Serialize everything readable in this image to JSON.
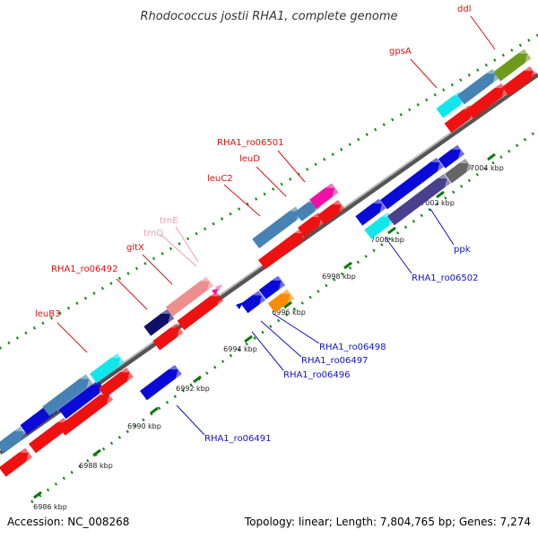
{
  "title": "Rhodococcus jostii RHA1, complete genome",
  "footer": {
    "accession": "Accession: NC_008268",
    "summary": "Topology: linear; Length: 7,804,765 bp; Genes: 7,274"
  },
  "colors": {
    "red": "#ee1111",
    "steel_blue": "#4682b4",
    "blue": "#0a0ad8",
    "navy": "#10106a",
    "cyan": "#11e6ec",
    "olive": "#6e9a1e",
    "salmon": "#ef8e8e",
    "magenta": "#ee11aa",
    "orange": "#ff8c00",
    "slate": "#4b3f8f",
    "gray": "#666666",
    "pink_label": "#f598b8",
    "top_label": "#dd1111",
    "bottom_label": "#1111cc",
    "dot": "#118811"
  },
  "ticks": [
    {
      "label": "6986 kbp"
    },
    {
      "label": "6988 kbp"
    },
    {
      "label": "6990 kbp"
    },
    {
      "label": "6992 kbp"
    },
    {
      "label": "6994 kbp"
    },
    {
      "label": "6996 kbp"
    },
    {
      "label": "6998 kbp"
    },
    {
      "label": "7000 kbp"
    },
    {
      "label": "7002 kbp"
    },
    {
      "label": "7004 kbp"
    }
  ],
  "top_labels": [
    {
      "text": "leuB3",
      "color": "top_label"
    },
    {
      "text": "RHA1_ro06492",
      "color": "top_label"
    },
    {
      "text": "gltX",
      "color": "top_label"
    },
    {
      "text": "trnQ",
      "color": "pink_label"
    },
    {
      "text": "trnE",
      "color": "pink_label"
    },
    {
      "text": "leuC2",
      "color": "top_label"
    },
    {
      "text": "leuD",
      "color": "top_label"
    },
    {
      "text": "RHA1_ro06501",
      "color": "top_label"
    },
    {
      "text": "gpsA",
      "color": "top_label"
    },
    {
      "text": "ddl",
      "color": "top_label"
    }
  ],
  "bottom_labels": [
    {
      "text": "RHA1_ro06491",
      "color": "bottom_label"
    },
    {
      "text": "RHA1_ro06496",
      "color": "bottom_label"
    },
    {
      "text": "RHA1_ro06497",
      "color": "bottom_label"
    },
    {
      "text": "RHA1_ro06498",
      "color": "bottom_label"
    },
    {
      "text": "RHA1_ro06502",
      "color": "bottom_label"
    },
    {
      "text": "ppk",
      "color": "bottom_label"
    }
  ]
}
